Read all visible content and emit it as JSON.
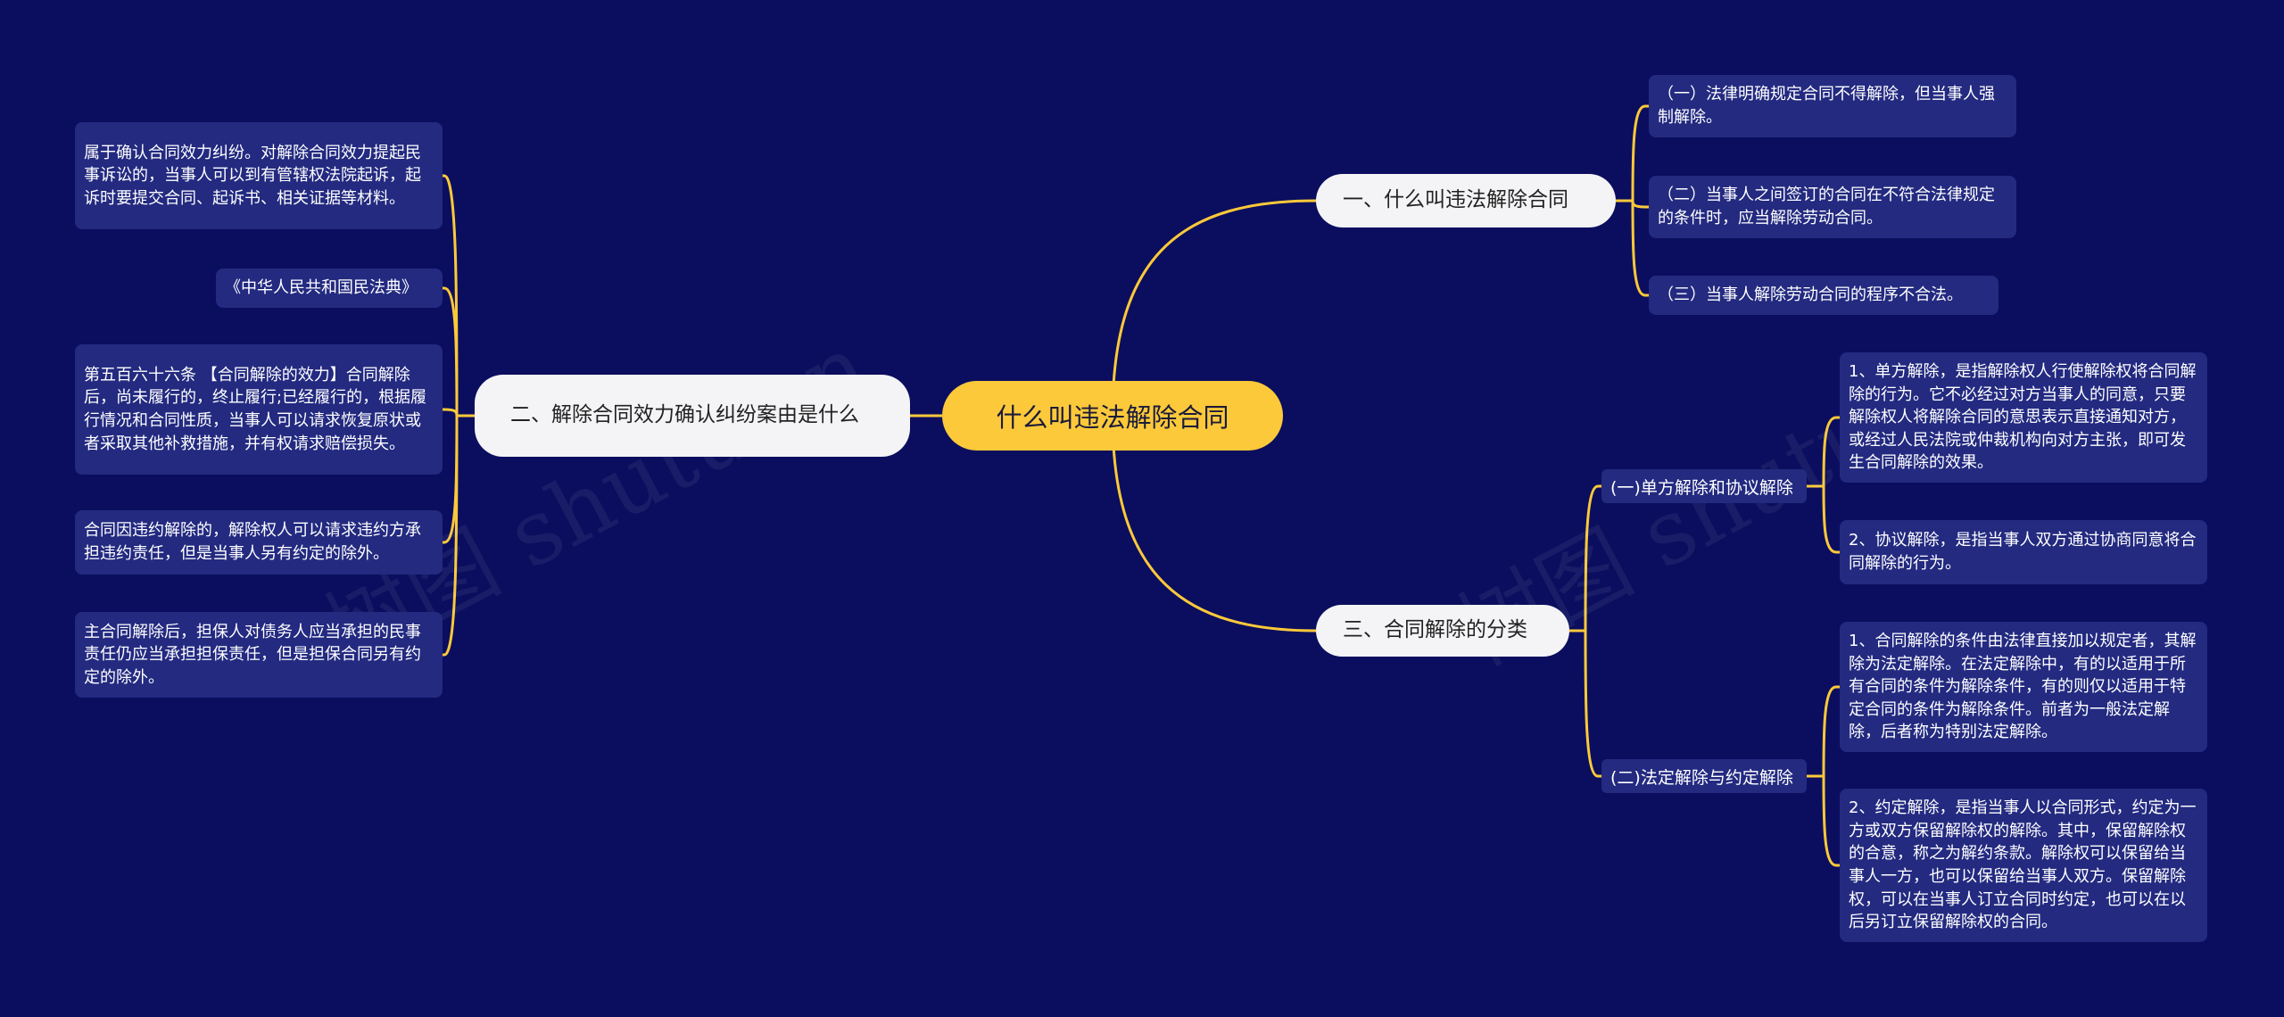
{
  "colors": {
    "background": "#0b0e5e",
    "link": "#fcc93a",
    "root_fill": "#fcc93a",
    "branch_fill": "#f4f4f7",
    "leaf_fill": "#232a80"
  },
  "root": {
    "label": "什么叫违法解除合同"
  },
  "branches": {
    "b1": {
      "label": "一、什么叫违法解除合同",
      "leaves": [
        "（一）法律明确规定合同不得解除，但当事人强制解除。",
        "（二）当事人之间签订的合同在不符合法律规定的条件时，应当解除劳动合同。",
        "（三）当事人解除劳动合同的程序不合法。"
      ]
    },
    "b2": {
      "label": "二、解除合同效力确认纠纷案由是什么",
      "leaves": [
        "属于确认合同效力纠纷。对解除合同效力提起民事诉讼的，当事人可以到有管辖权法院起诉，起诉时要提交合同、起诉书、相关证据等材料。",
        "《中华人民共和国民法典》",
        "第五百六十六条 【合同解除的效力】合同解除后，尚未履行的，终止履行;已经履行的，根据履行情况和合同性质，当事人可以请求恢复原状或者采取其他补救措施，并有权请求赔偿损失。",
        "合同因违约解除的，解除权人可以请求违约方承担违约责任，但是当事人另有约定的除外。",
        "主合同解除后，担保人对债务人应当承担的民事责任仍应当承担担保责任，但是担保合同另有约定的除外。"
      ]
    },
    "b3": {
      "label": "三、合同解除的分类",
      "subs": [
        {
          "label": "(一)单方解除和协议解除",
          "leaves": [
            "1、单方解除，是指解除权人行使解除权将合同解除的行为。它不必经过对方当事人的同意，只要解除权人将解除合同的意思表示直接通知对方，或经过人民法院或仲裁机构向对方主张，即可发生合同解除的效果。",
            "2、协议解除，是指当事人双方通过协商同意将合同解除的行为。"
          ]
        },
        {
          "label": "(二)法定解除与约定解除",
          "leaves": [
            "1、合同解除的条件由法律直接加以规定者，其解除为法定解除。在法定解除中，有的以适用于所有合同的条件为解除条件，有的则仅以适用于特定合同的条件为解除条件。前者为一般法定解除，后者称为特别法定解除。",
            "2、约定解除，是指当事人以合同形式，约定为一方或双方保留解除权的解除。其中，保留解除权的合意，称之为解约条款。解除权可以保留给当事人一方，也可以保留给当事人双方。保留解除权，可以在当事人订立合同时约定，也可以在以后另订立保留解除权的合同。"
          ]
        }
      ]
    }
  }
}
